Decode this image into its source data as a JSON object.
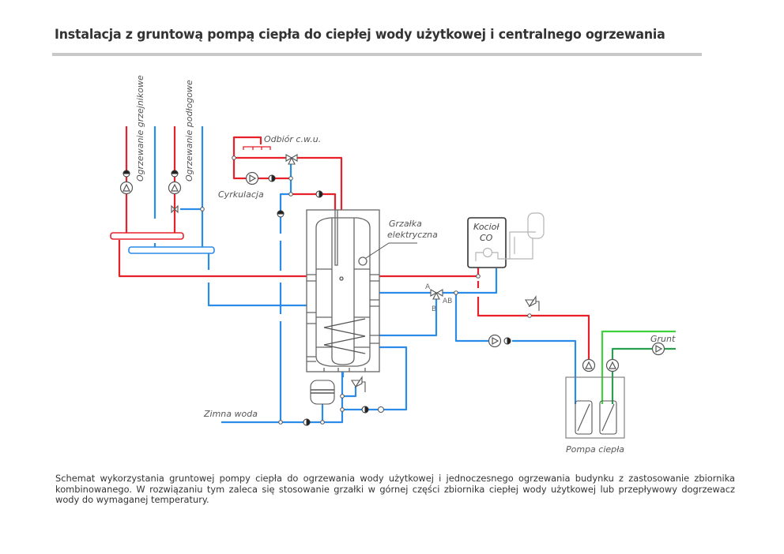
{
  "title": "Instalacja z gruntową pompą ciepła do ciepłej wody użytkowej i centralnego ogrzewania",
  "diagram": {
    "labels": {
      "radiator_heating": "Ogrzewanie grzejnikowe",
      "floor_heating": "Ogrzewanie podłogowe",
      "dhw_outlet": "Odbiór c.w.u.",
      "circulation": "Cyrkulacja",
      "electric_heater": "Grzałka elektryczna",
      "electric_heater_line1": "Grzałka",
      "electric_heater_line2": "elektryczna",
      "boiler_line1": "Kocioł",
      "boiler_line2": "CO",
      "ground": "Grunt",
      "cold_water": "Zimna woda",
      "heat_pump": "Pompa ciepła",
      "valve_port_a": "A",
      "valve_port_b": "B",
      "valve_port_ab": "AB"
    },
    "colors": {
      "supply_hot": "#e8202a",
      "return_cold": "#2a8be8",
      "ground_loop_light": "#3ed23e",
      "ground_loop_dark": "#28a050",
      "equipment": "#555555",
      "boiler_aux": "#b5b5b5"
    }
  },
  "caption": "Schemat wykorzystania gruntowej pompy ciepła do ogrzewania wody użytkowej i jednoczesnego ogrzewania budynku z zastosowanie zbiornika kombinowanego. W rozwiązaniu tym zaleca się stosowanie grzałki w górnej części zbiornika ciepłej wody użytkowej lub przepływowy dogrzewacz wody do wymaganej temperatury."
}
